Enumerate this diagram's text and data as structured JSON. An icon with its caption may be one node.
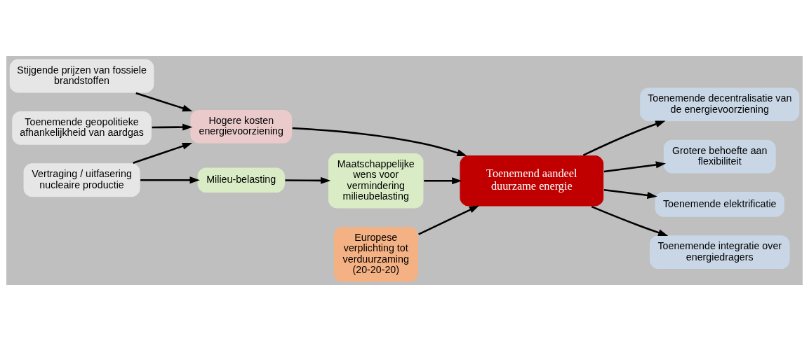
{
  "diagram": {
    "nodes": [
      {
        "text": [
          "Stijgende prijzen van fossiele brandstoffen"
        ]
      },
      {
        "text": [
          "Hogere kosten energievoorziening"
        ]
      },
      {
        "text": [
          "Toenemende decentralisatie van de energievoorziening"
        ]
      },
      {
        "text": [
          "Toenemende geopolitieke afhankelijkheid van aardgas"
        ]
      },
      {
        "text": [
          "Toenemend aandeel duurzame energie"
        ]
      },
      {
        "text": [
          "Grotere behoefte aan flexibiliteit"
        ]
      },
      {
        "text": [
          "Vertraging / uitfasering nucleaire productie"
        ]
      },
      {
        "text": [
          "Toenemende elektrificatie"
        ]
      },
      {
        "text": [
          "Milieu-belasting"
        ]
      },
      {
        "text": [
          "Maatschappelijke wens voor vermindering milieubelasting"
        ]
      },
      {
        "text": [
          "Europese verplichting tot verduurzaming (20-20-20)"
        ]
      },
      {
        "text": [
          "Toenemende integratie over energiedragers"
        ]
      }
    ],
    "edges": [
      {
        "from": 0,
        "to": 1,
        "arrow": "to"
      },
      {
        "from": 3,
        "to": 1,
        "arrow": "to"
      },
      {
        "from": 6,
        "to": 1,
        "arrow": "to"
      },
      {
        "from": 1,
        "to": 4,
        "arrow": "to"
      },
      {
        "from": 6,
        "to": 8,
        "arrow": "to"
      },
      {
        "from": 8,
        "to": 9,
        "arrow": "to"
      },
      {
        "from": 9,
        "to": 4,
        "arrow": "to"
      },
      {
        "from": 10,
        "to": 4,
        "arrow": "to"
      },
      {
        "from": 4,
        "to": 2,
        "arrow": "to"
      },
      {
        "from": 4,
        "to": 5,
        "arrow": "to"
      },
      {
        "from": 4,
        "to": 7,
        "arrow": "to"
      },
      {
        "from": 4,
        "to": 11,
        "arrow": "to"
      }
    ]
  }
}
